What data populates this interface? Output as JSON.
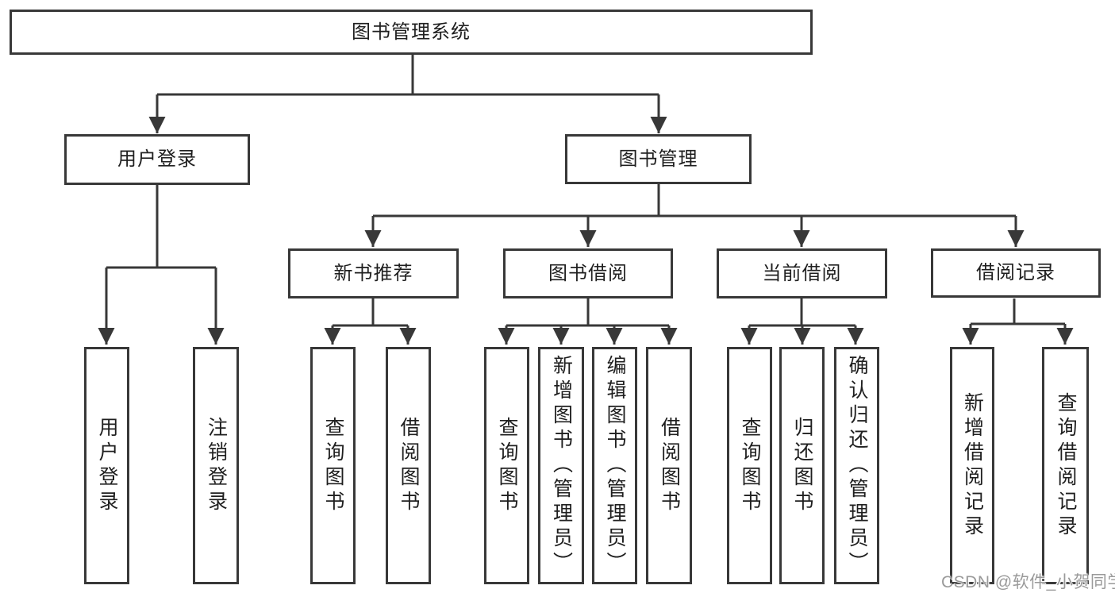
{
  "diagram": {
    "root": {
      "label": "图书管理系统"
    },
    "level2": {
      "user_login": {
        "label": "用户登录"
      },
      "book_management": {
        "label": "图书管理"
      }
    },
    "level3": {
      "new_book_recommendation": {
        "label": "新书推荐"
      },
      "book_borrowing": {
        "label": "图书借阅"
      },
      "current_borrowing": {
        "label": "当前借阅"
      },
      "borrowing_records": {
        "label": "借阅记录"
      }
    },
    "leaves": {
      "user_login": {
        "label": "用户登录"
      },
      "logout": {
        "label": "注销登录"
      },
      "recommend_query_books": {
        "label": "查询图书"
      },
      "recommend_borrow_books": {
        "label": "借阅图书"
      },
      "borrow_query_books": {
        "label": "查询图书"
      },
      "borrow_add_books_admin": {
        "label": "新增图书（管理员）"
      },
      "borrow_edit_books_admin": {
        "label": "编辑图书（管理员）"
      },
      "borrow_borrow_books": {
        "label": "借阅图书"
      },
      "current_query_books": {
        "label": "查询图书"
      },
      "current_return_books": {
        "label": "归还图书"
      },
      "current_confirm_return_admin": {
        "label": "确认归还（管理员）"
      },
      "records_add_record": {
        "label": "新增借阅记录"
      },
      "records_query_record": {
        "label": "查询借阅记录"
      }
    },
    "watermark": "CSDN @软件_小贺同学",
    "colors": {
      "line": "#383838",
      "text": "#1f1f1f",
      "background": "#ffffff",
      "watermark": "#9a9a9a"
    }
  }
}
